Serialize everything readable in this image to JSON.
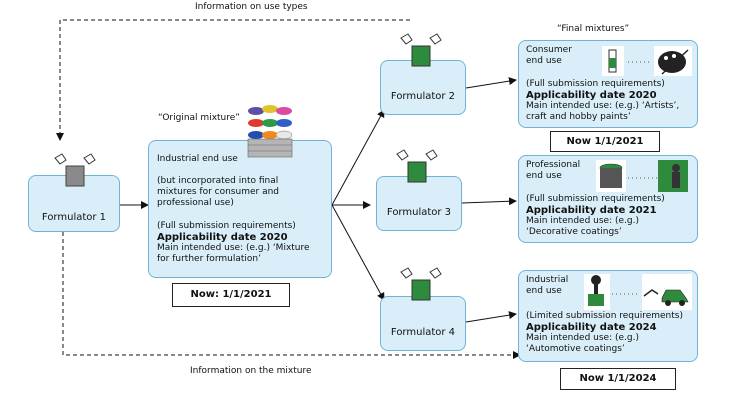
{
  "top_note": "Information on use types",
  "bottom_note": "Information on the mixture",
  "final_mixtures_label": "“Final mixtures”",
  "original_mixture_label": "“Original mixture”",
  "formulator1": "Formulator 1",
  "formulator2": "Formulator 2",
  "formulator3": "Formulator 3",
  "formulator4": "Formulator 4",
  "original": {
    "line1": "Industrial end use",
    "line2": "(but incorporated into final",
    "line3": "mixtures for consumer and",
    "line4": "professional use)",
    "line5": "(Full submission requirements)",
    "line6": "Applicability date 2020",
    "line7": "Main intended use: (e.g.) ‘Mixture",
    "line8": "for further formulation’",
    "date": "Now: 1/1/2021"
  },
  "consumer": {
    "line1": "Consumer",
    "line2": "end use",
    "line3": "(Full submission requirements)",
    "line4": "Applicability date 2020",
    "line5": "Main intended use: (e.g.) ‘Artists’,",
    "line6": "craft and hobby paints’",
    "date": "Now 1/1/2021"
  },
  "professional": {
    "line1": "Professional",
    "line2": "end use",
    "line3": "(Full submission requirements)",
    "line4": "Applicability date 2021",
    "line5": "Main intended use: (e.g.)",
    "line6": "‘Decorative coatings’"
  },
  "industrial": {
    "line1": "Industrial",
    "line2": "end use",
    "line3": "(Limited submission requirements)",
    "line4": "Applicability date 2024",
    "line5": "Main intended use: (e.g.)",
    "line6": "‘Automotive coatings’",
    "date": "Now 1/1/2024"
  },
  "colors": {
    "box_fill": "#d9eef8",
    "box_border": "#6fb4d6",
    "green": "#2e8b3e"
  }
}
